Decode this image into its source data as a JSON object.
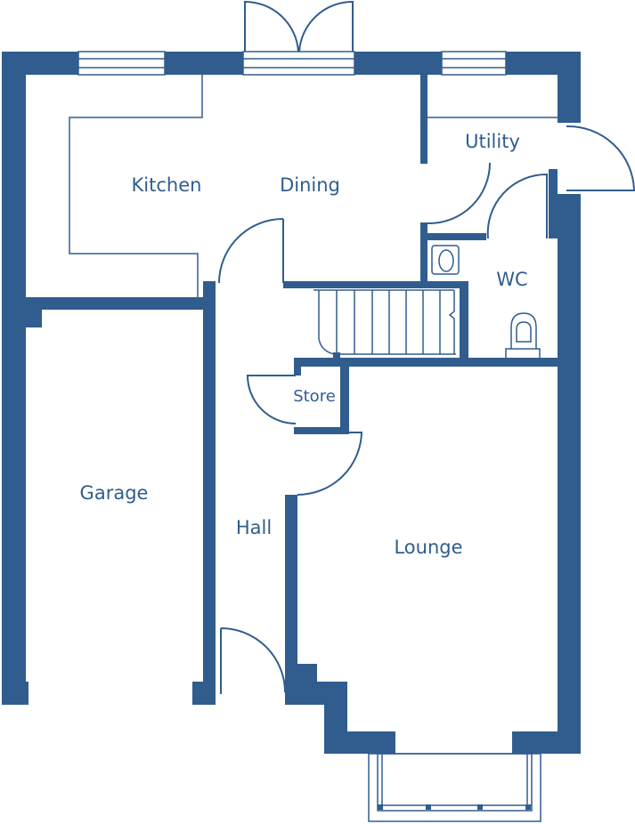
{
  "colors": {
    "wall": "#305d8e",
    "background": "#ffffff"
  },
  "rooms": {
    "kitchen": "Kitchen",
    "dining": "Dining",
    "utility": "Utility",
    "wc": "WC",
    "store": "Store",
    "garage": "Garage",
    "hall": "Hall",
    "lounge": "Lounge"
  }
}
